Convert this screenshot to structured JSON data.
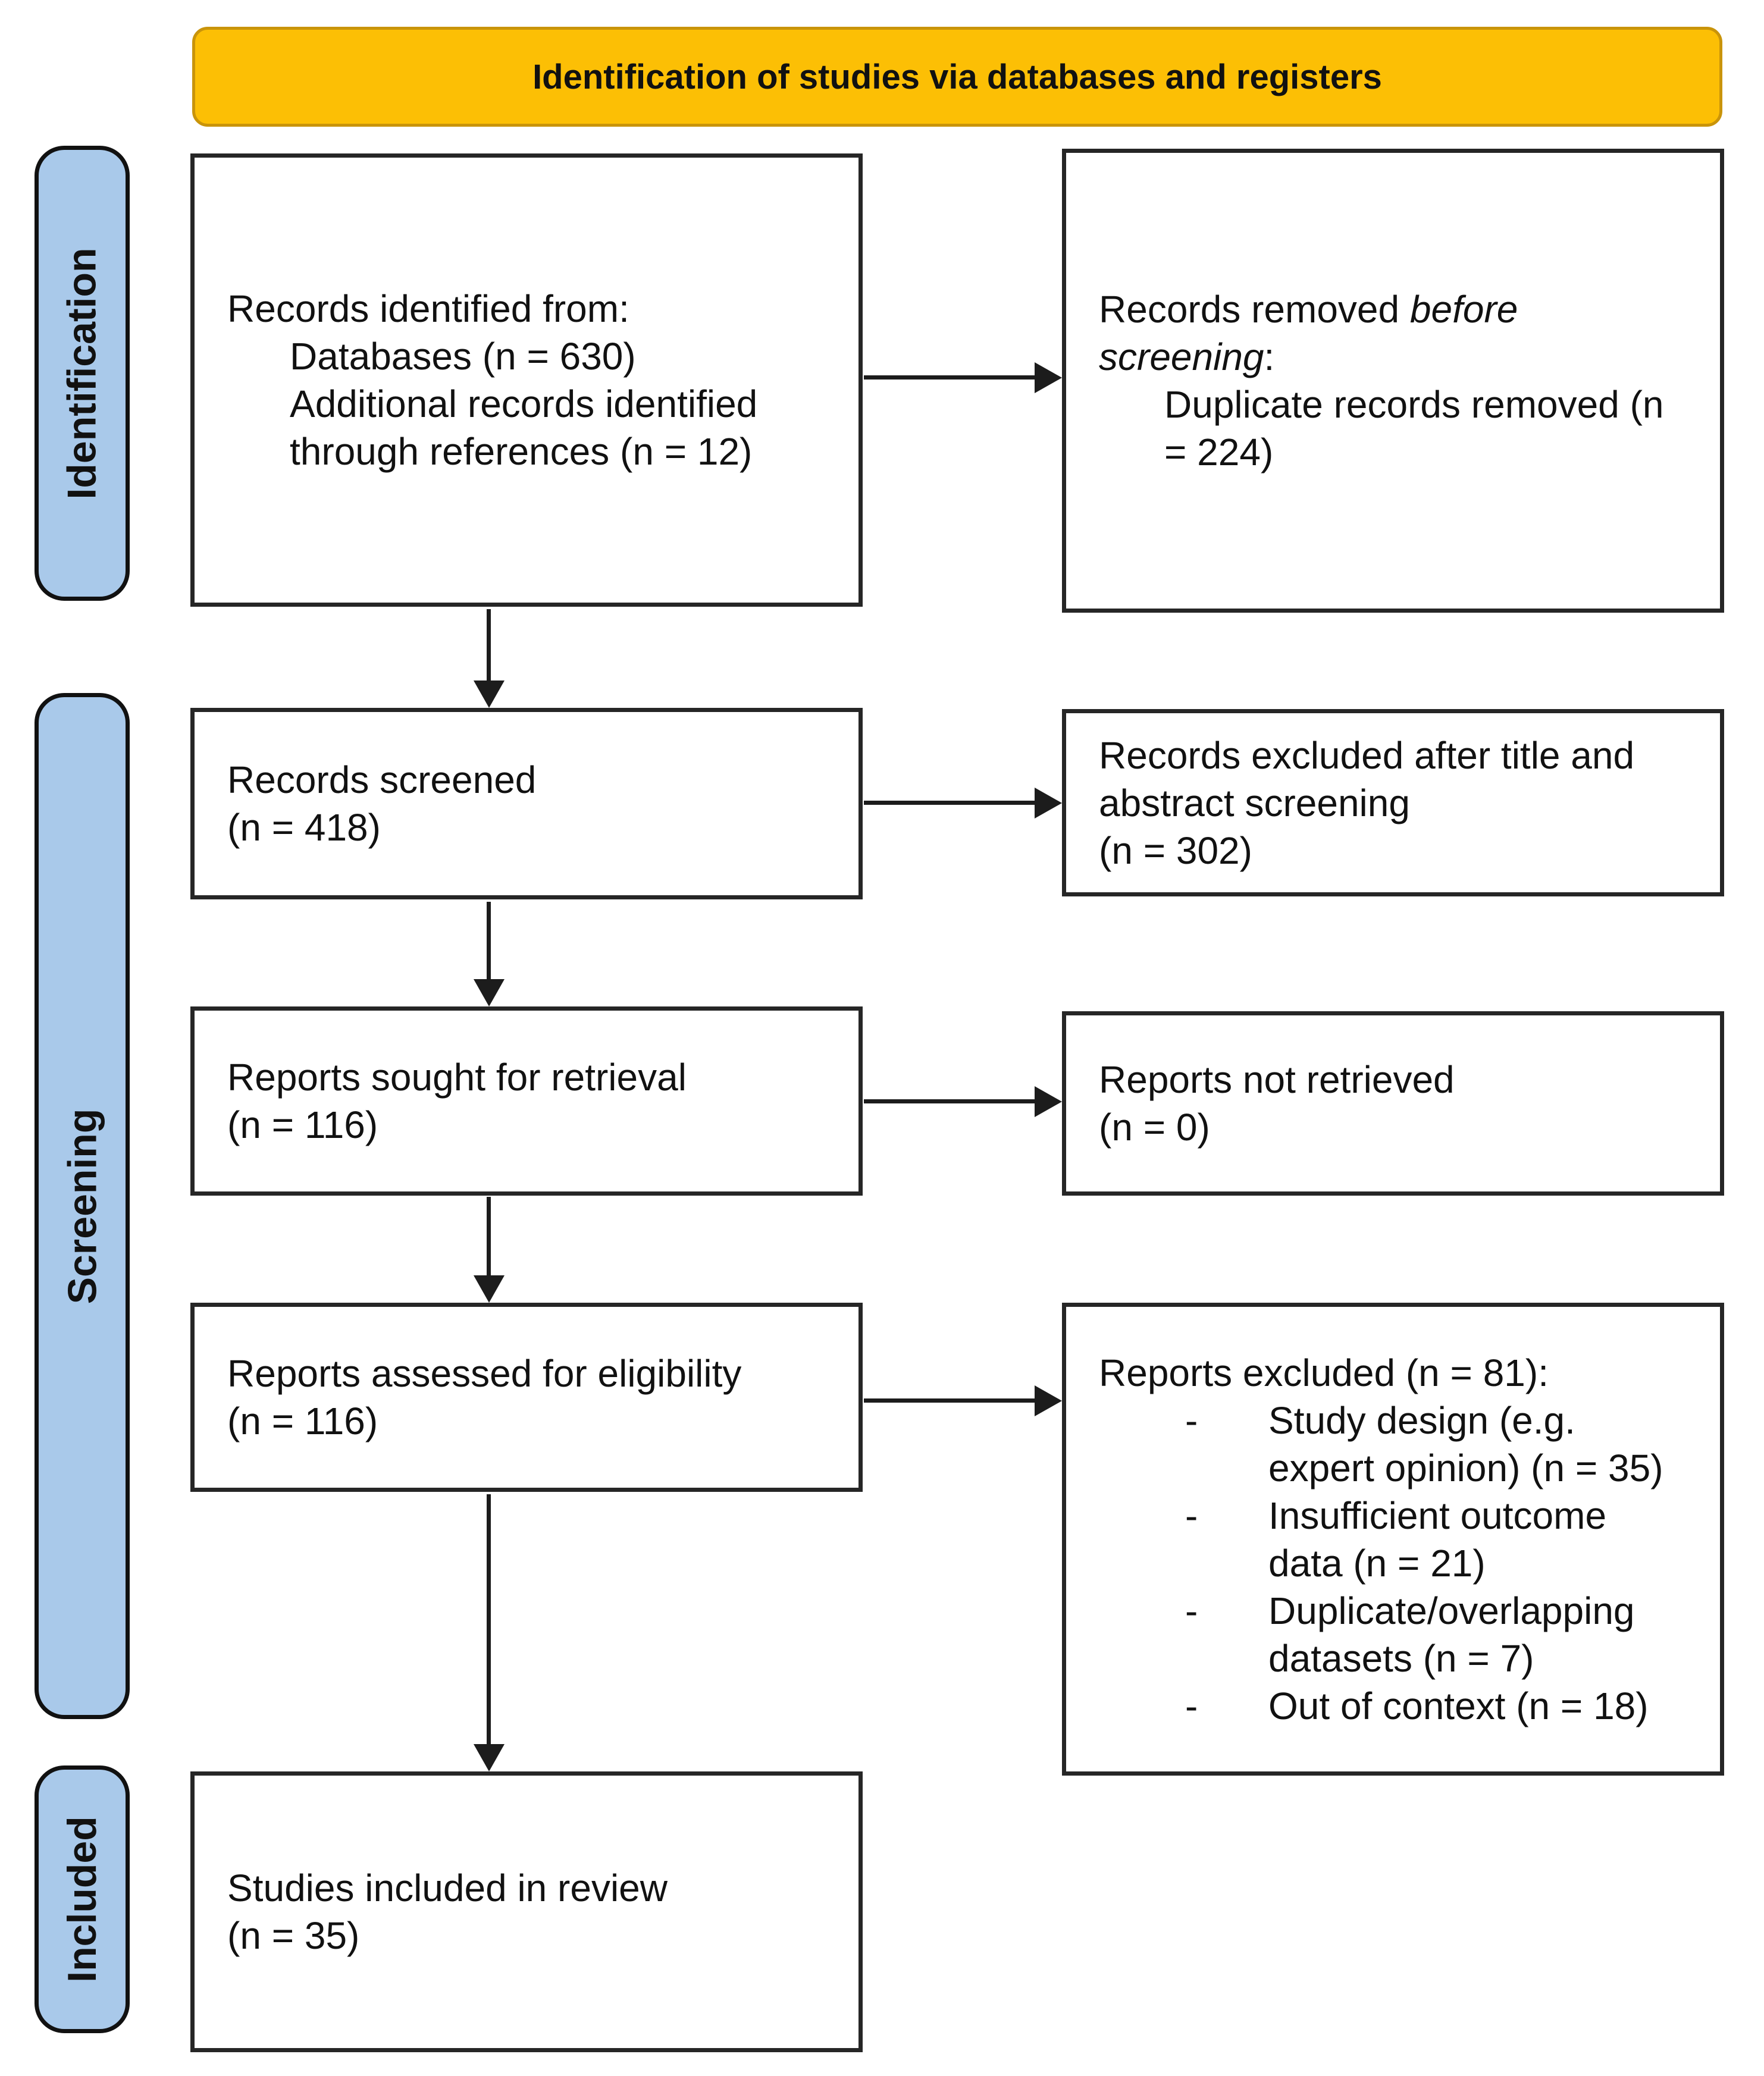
{
  "colors": {
    "header_bg": "#FCBF05",
    "header_border": "#C9940A",
    "stage_bg": "#A9C9EA",
    "box_border": "#262626",
    "arrow": "#1C1C1C",
    "text": "#111111"
  },
  "header": {
    "title": "Identification of studies via databases and registers"
  },
  "stages": [
    {
      "label": "Identification"
    },
    {
      "label": "Screening"
    },
    {
      "label": "Included"
    }
  ],
  "boxes": {
    "identified": {
      "lines": [
        "Records identified from:",
        "Databases (n = 630)",
        "Additional records identified",
        "through references (n = 12)"
      ]
    },
    "removed_before_screening": {
      "line1_normal": "Records removed ",
      "line1_italic": "before",
      "line2_italic": "screening",
      "line2_normal": ":",
      "indent_lines": [
        "Duplicate records removed (n",
        "= 224)"
      ]
    },
    "screened": {
      "lines": [
        "Records screened",
        "(n = 418)"
      ]
    },
    "excluded_after_screening": {
      "lines": [
        "Records excluded after title and",
        "abstract screening",
        "(n = 302)"
      ]
    },
    "sought_for_retrieval": {
      "lines": [
        "Reports sought for retrieval",
        "(n = 116)"
      ]
    },
    "not_retrieved": {
      "lines": [
        "Reports not retrieved",
        "(n = 0)"
      ]
    },
    "assessed_for_eligibility": {
      "lines": [
        "Reports assessed for eligibility",
        "(n = 116)"
      ]
    },
    "reports_excluded": {
      "title": "Reports excluded (n = 81):",
      "bullet_char": "-",
      "bullets": [
        {
          "lines": [
            "Study design (e.g.",
            "expert opinion) (n = 35)"
          ]
        },
        {
          "lines": [
            "Insufficient outcome",
            "data (n = 21)"
          ]
        },
        {
          "lines": [
            "Duplicate/overlapping",
            "datasets (n = 7)"
          ]
        },
        {
          "lines": [
            "Out of context (n = 18)"
          ]
        }
      ]
    },
    "studies_included": {
      "lines": [
        "Studies included in review",
        "(n = 35)"
      ]
    }
  }
}
